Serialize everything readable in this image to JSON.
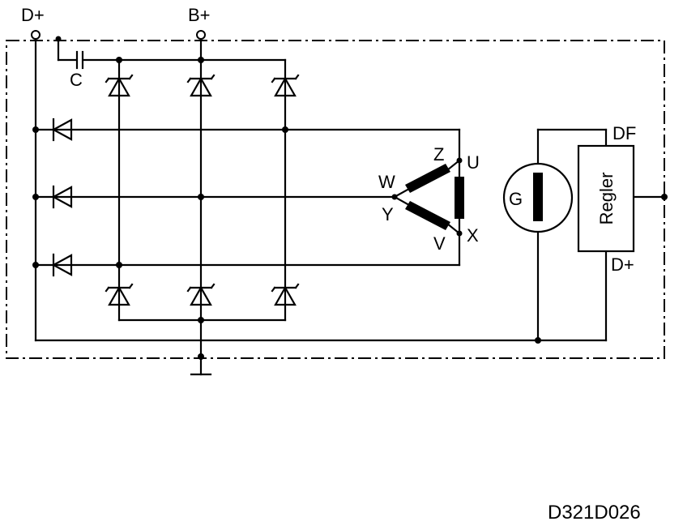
{
  "labels": {
    "d_plus_top": "D+",
    "b_plus": "B+",
    "capacitor": "C",
    "phase_z": "Z",
    "phase_u": "U",
    "phase_w": "W",
    "phase_y": "Y",
    "phase_v": "V",
    "phase_x": "X",
    "generator": "G",
    "regulator": "Regler",
    "reg_df": "DF",
    "reg_d_plus": "D+"
  },
  "drawing_code": "D321D026"
}
